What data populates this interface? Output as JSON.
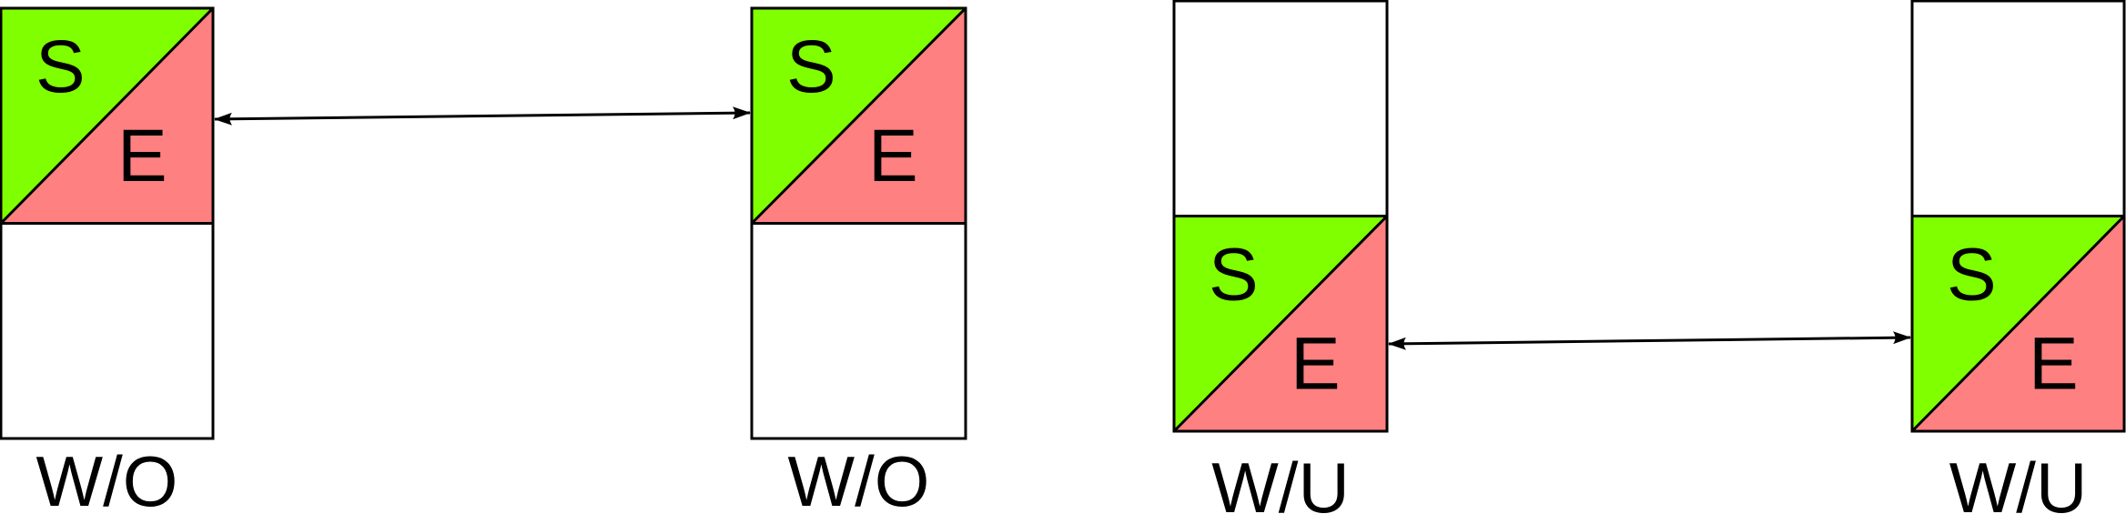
{
  "colors": {
    "start": "#80ff00",
    "end": "#ff8080",
    "stroke": "#000000"
  },
  "blocks": [
    {
      "start_label": "S",
      "end_label": "E",
      "caption": "W/O",
      "filled_half": "top"
    },
    {
      "start_label": "S",
      "end_label": "E",
      "caption": "W/O",
      "filled_half": "top"
    },
    {
      "start_label": "S",
      "end_label": "E",
      "caption": "W/U",
      "filled_half": "bottom"
    },
    {
      "start_label": "S",
      "end_label": "E",
      "caption": "W/U",
      "filled_half": "bottom"
    }
  ],
  "connections": [
    {
      "from": 0,
      "to": 1,
      "type": "bidirectional-arrow"
    },
    {
      "from": 2,
      "to": 3,
      "type": "bidirectional-arrow"
    }
  ]
}
